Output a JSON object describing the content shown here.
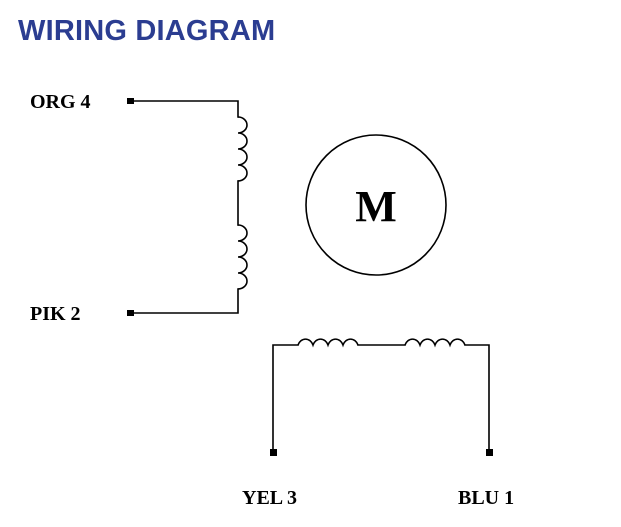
{
  "title": "WIRING DIAGRAM",
  "motor": {
    "letter": "M"
  },
  "terminals": {
    "org": "ORG 4",
    "pik": "PIK 2",
    "yel": "YEL 3",
    "blu": "BLU 1"
  },
  "colors": {
    "title": "#2b3d91",
    "lines": "#000000",
    "background": "#ffffff"
  }
}
